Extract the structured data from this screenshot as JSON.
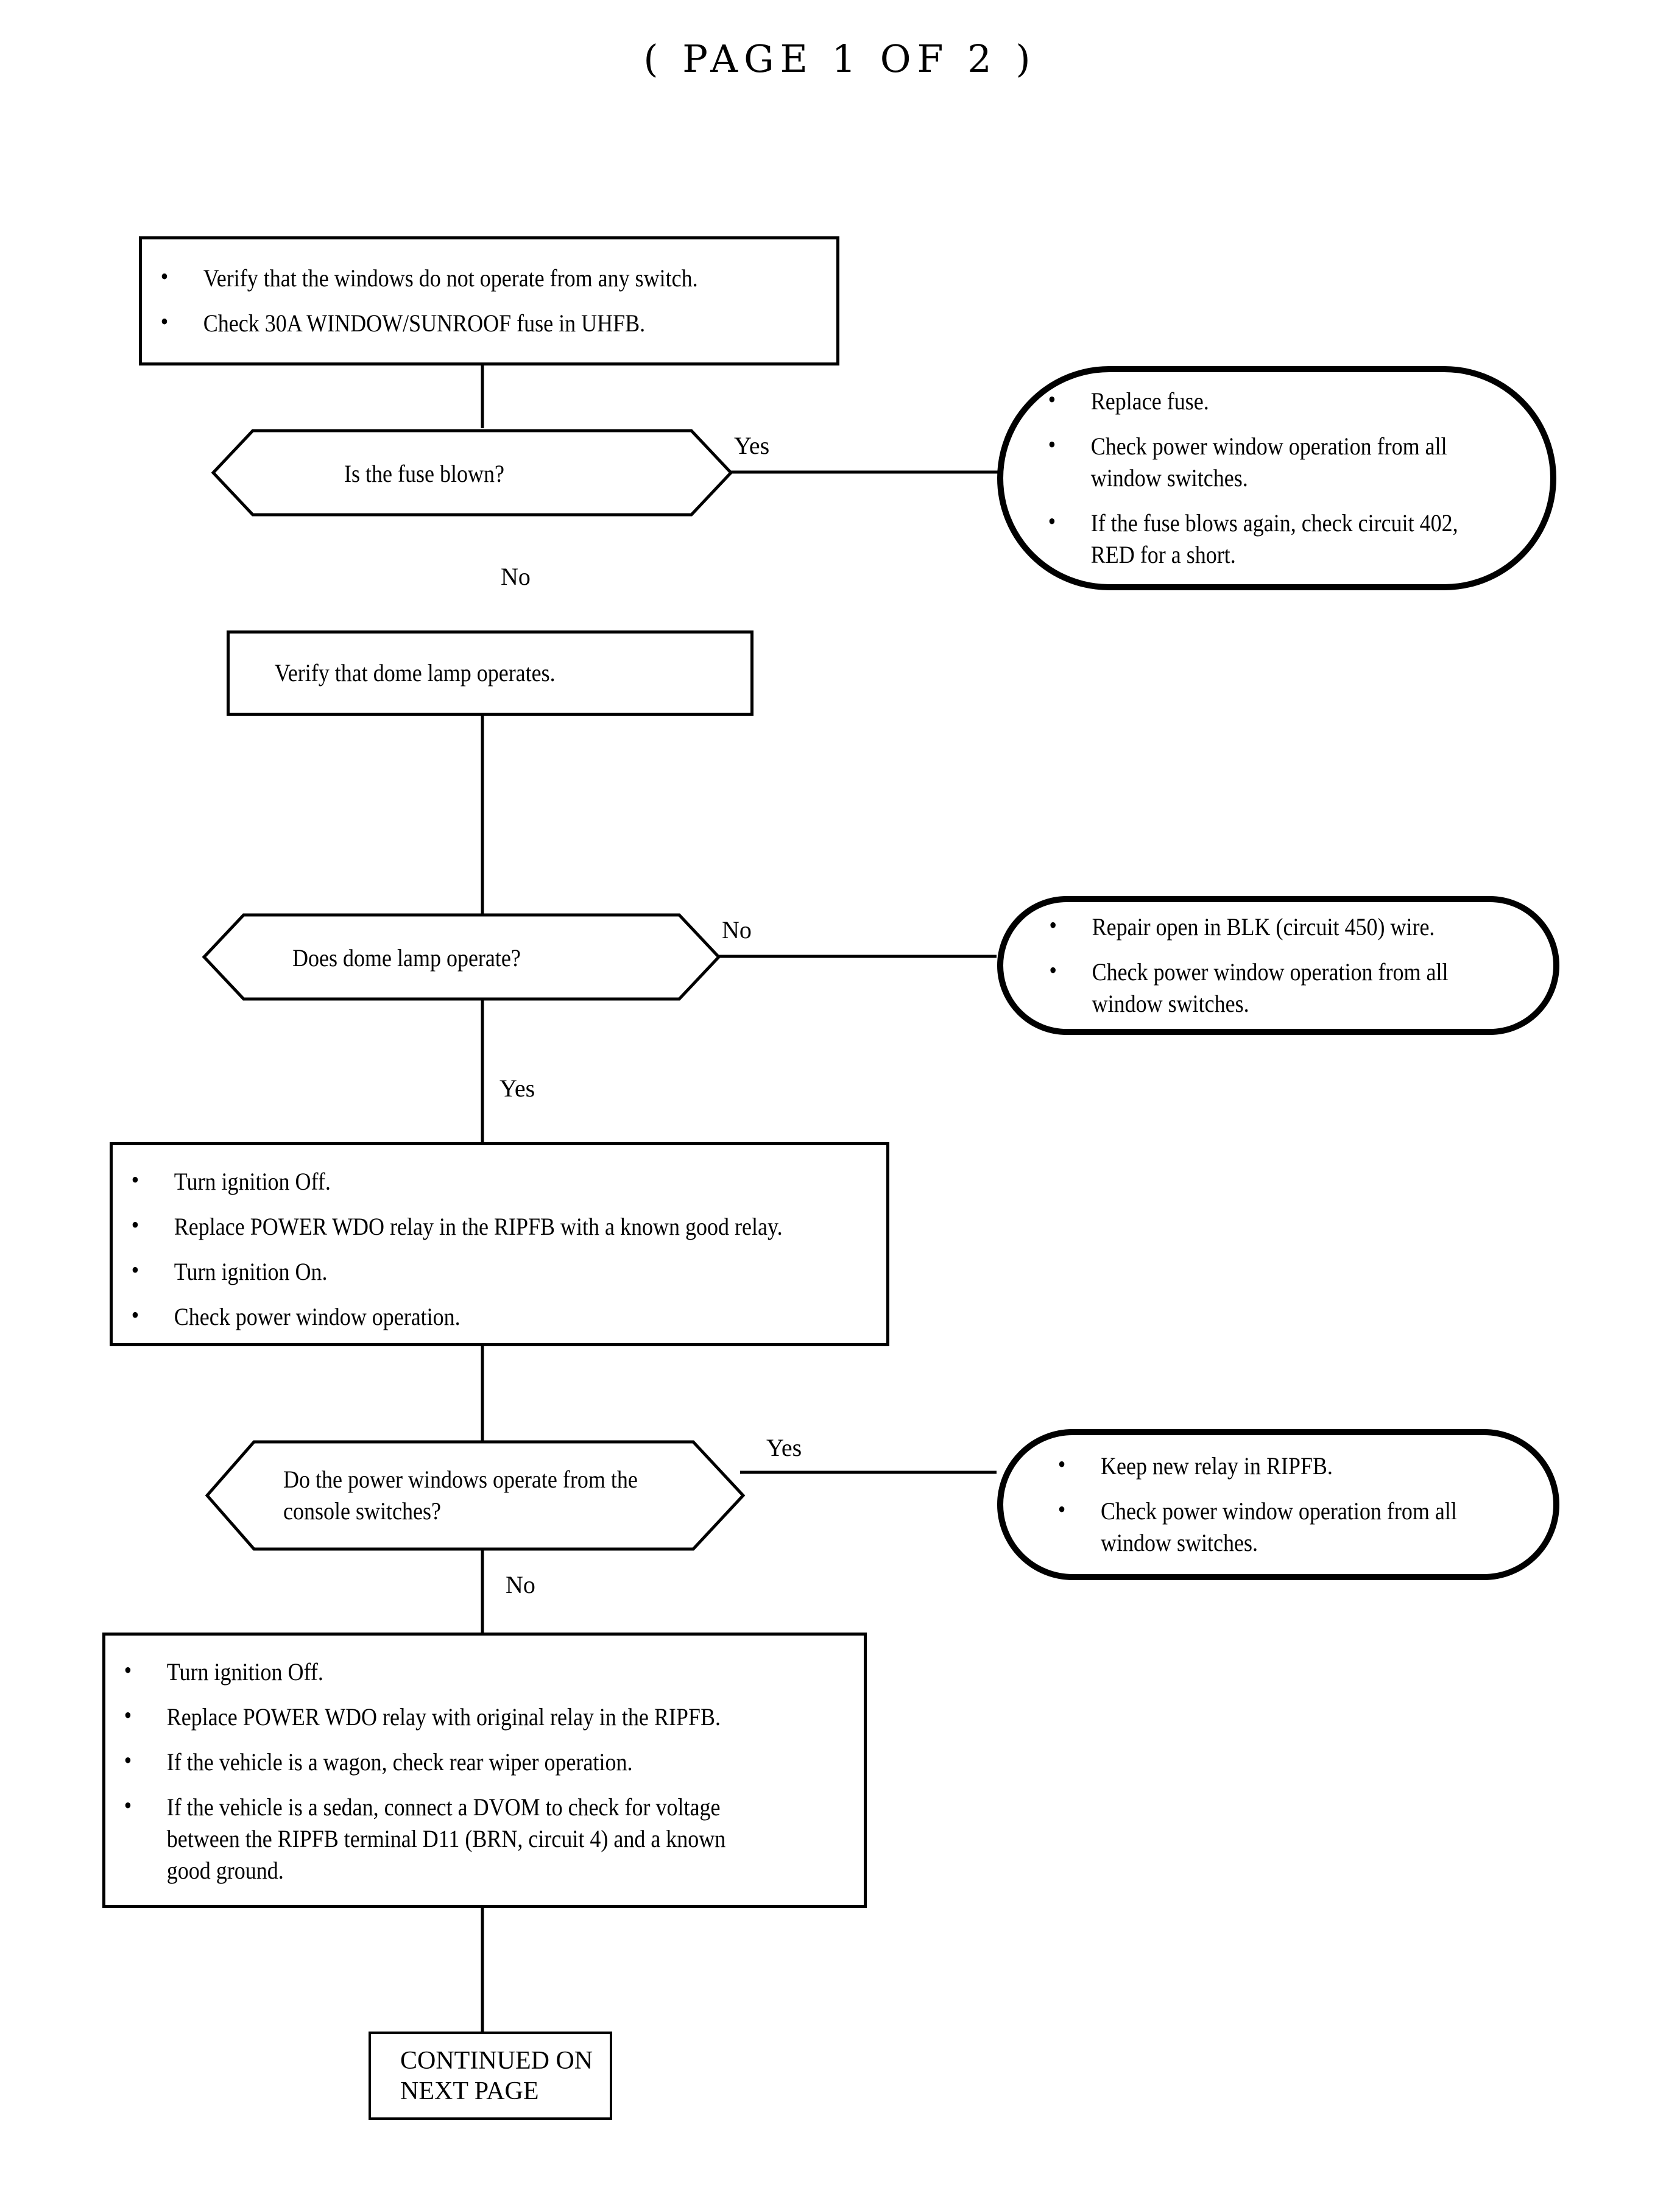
{
  "page": {
    "title": "( PAGE 1 OF 2 )",
    "document_type": "troubleshooting-flowchart"
  },
  "nodes": {
    "start_checks": {
      "shape": "process-box",
      "bullets": [
        "Verify that the windows do not operate from any switch.",
        "Check 30A WINDOW/SUNROOF fuse in UHFB."
      ]
    },
    "decision_fuse": {
      "shape": "decision-hexagon",
      "text": "Is the fuse blown?",
      "yes_label": "Yes",
      "no_label": "No"
    },
    "action_replace_fuse": {
      "shape": "rounded-action",
      "bullets": [
        "Replace fuse.",
        "Check power window operation from all window switches.",
        "If the fuse blows again, check circuit 402, RED for a short."
      ]
    },
    "verify_dome_lamp": {
      "shape": "process-box",
      "text": "Verify that dome lamp operates."
    },
    "decision_dome": {
      "shape": "decision-hexagon",
      "text": "Does dome lamp operate?",
      "no_label": "No",
      "yes_label": "Yes"
    },
    "action_repair_blk": {
      "shape": "rounded-action",
      "bullets": [
        "Repair open in BLK (circuit 450) wire.",
        "Check power window operation from all window switches."
      ]
    },
    "swap_relay": {
      "shape": "process-box",
      "bullets": [
        "Turn ignition Off.",
        "Replace POWER WDO relay in the RIPFB with a known good relay.",
        "Turn ignition On.",
        "Check power window operation."
      ]
    },
    "decision_console": {
      "shape": "decision-hexagon",
      "text": "Do the power windows operate from the console switches?",
      "yes_label": "Yes",
      "no_label": "No"
    },
    "action_keep_relay": {
      "shape": "rounded-action",
      "bullets": [
        "Keep new relay in RIPFB.",
        "Check power window operation from all window switches."
      ]
    },
    "restore_relay": {
      "shape": "process-box",
      "bullets": [
        "Turn ignition Off.",
        "Replace POWER WDO relay with original relay in the RIPFB.",
        "If the vehicle is a wagon, check rear wiper operation.",
        "If the vehicle is a sedan, connect a DVOM to check for voltage between the RIPFB terminal D11 (BRN, circuit 4) and a known good ground."
      ]
    },
    "continued": {
      "shape": "terminal-box",
      "text": "CONTINUED ON\nNEXT PAGE"
    }
  },
  "style": {
    "stroke": "#000000",
    "background": "#ffffff"
  }
}
